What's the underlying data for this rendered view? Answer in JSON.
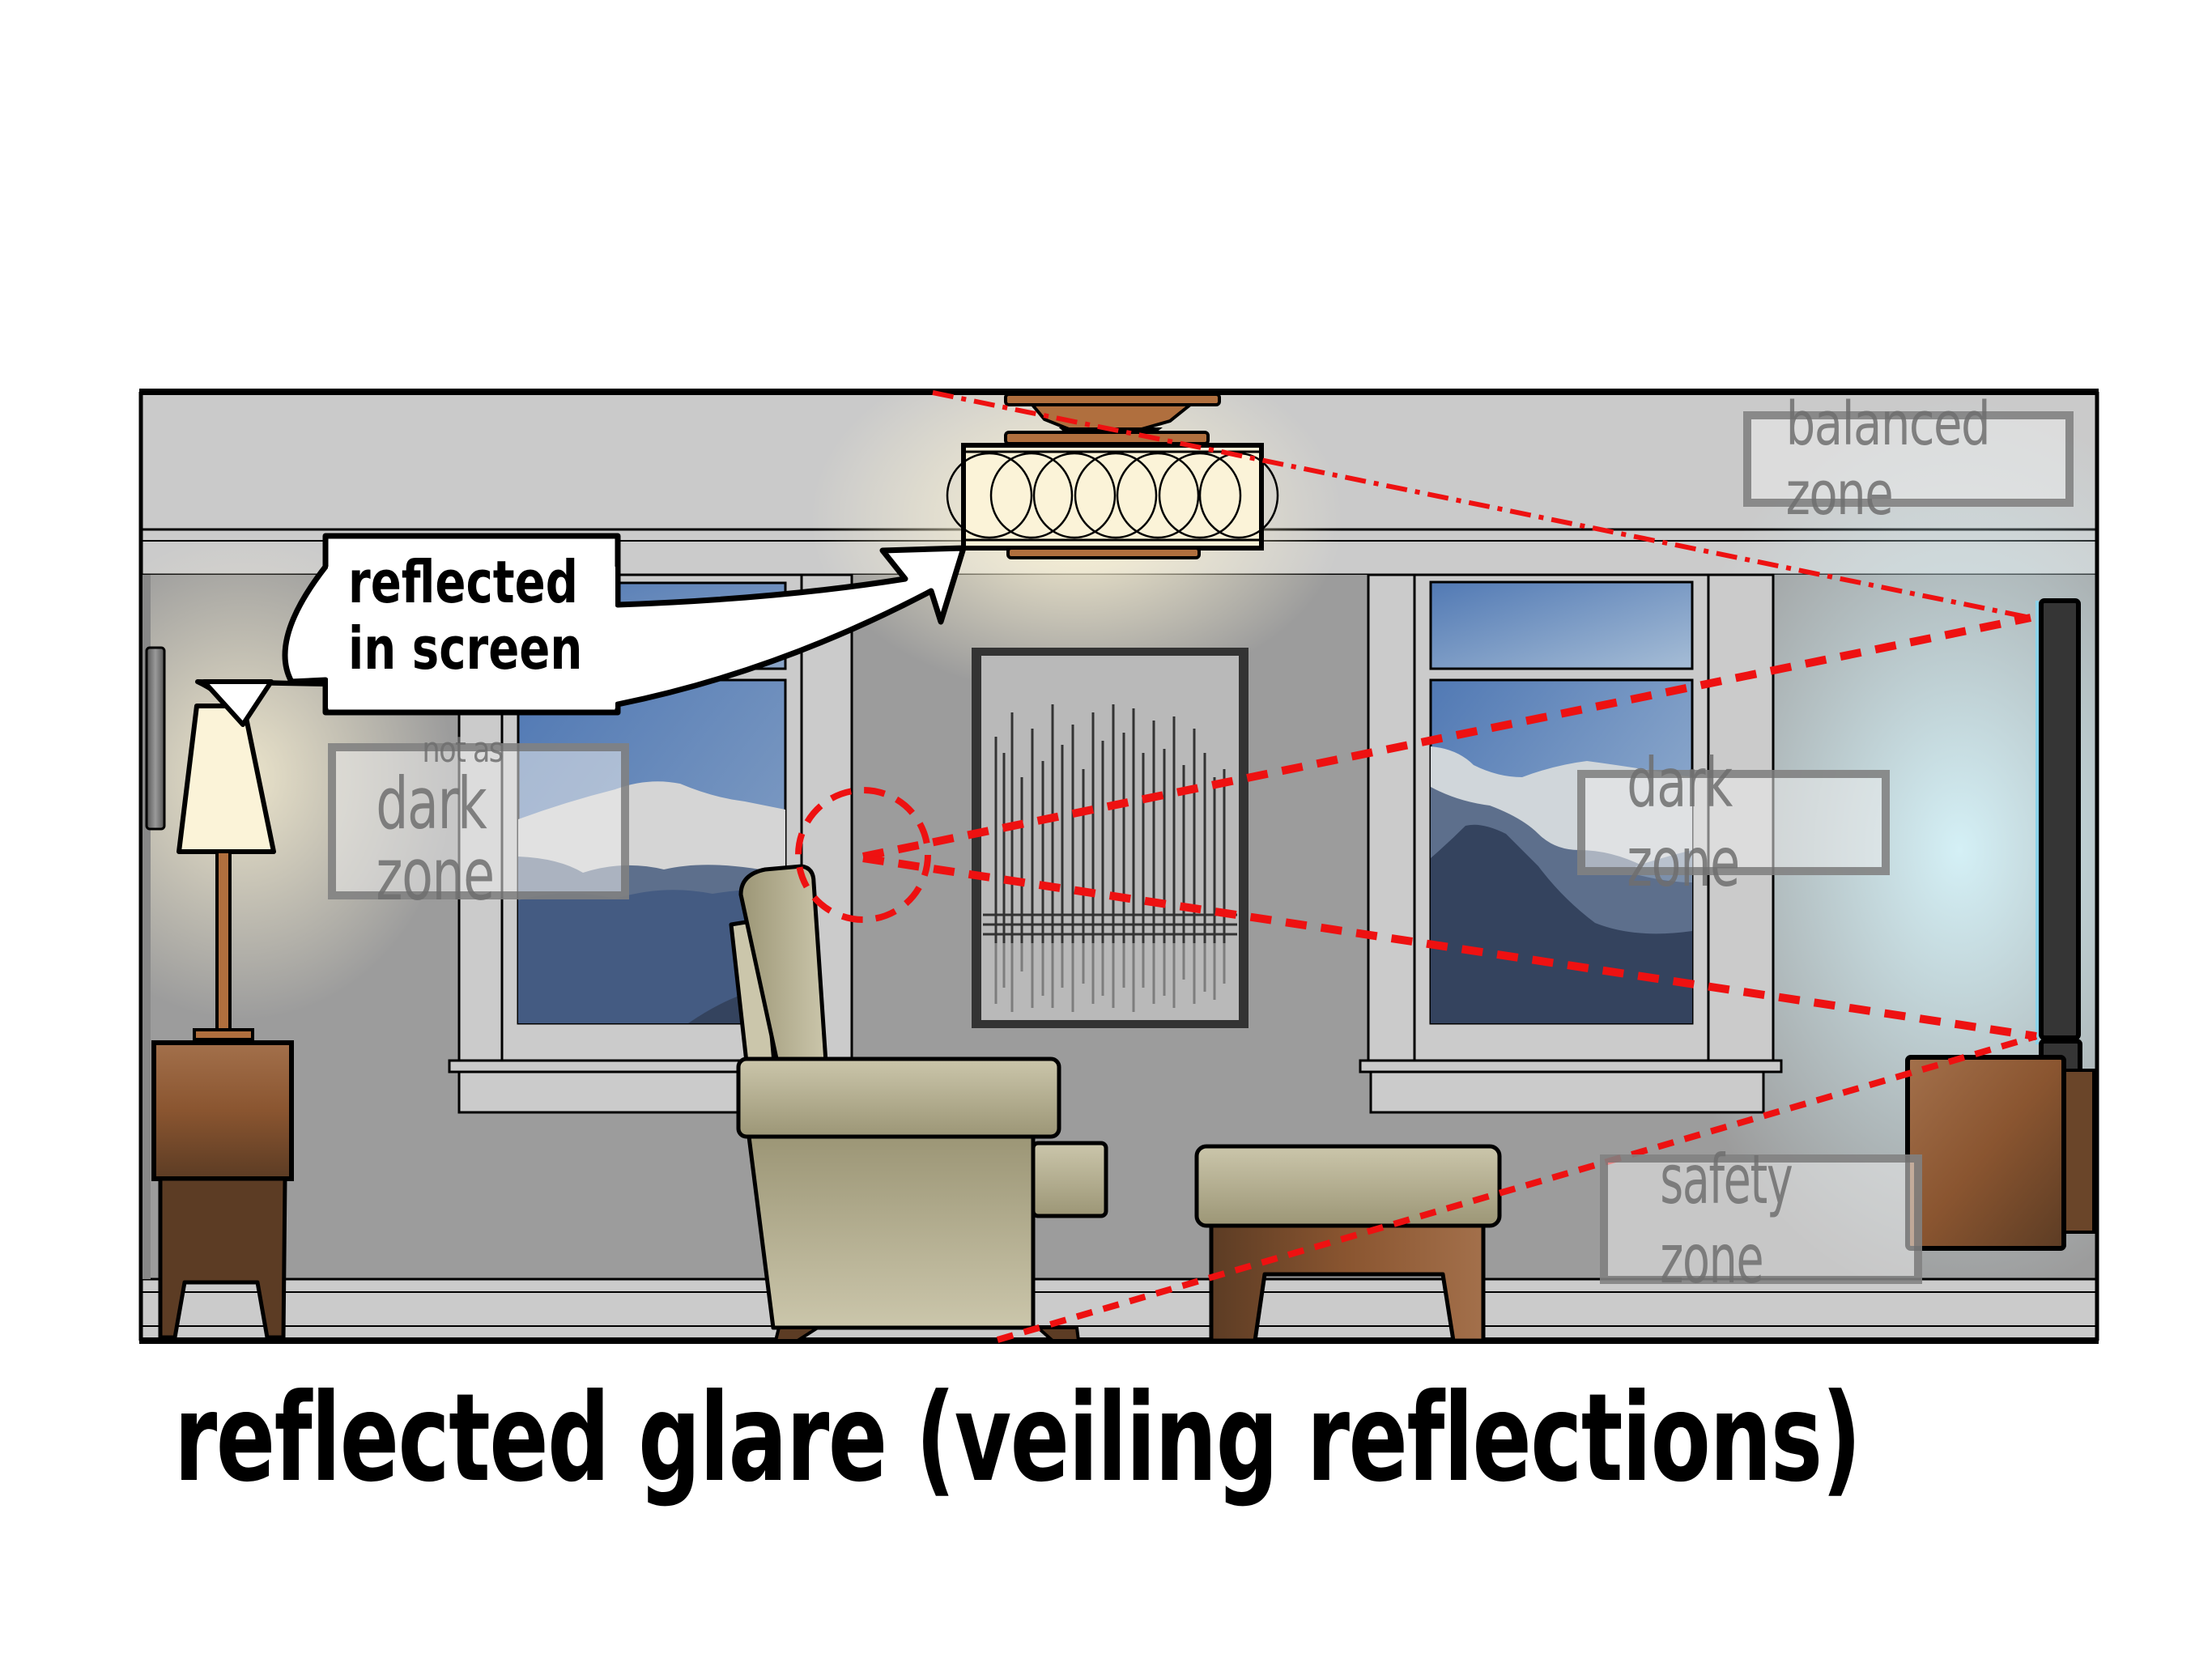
{
  "figure": {
    "title": "reflected glare (veiling reflections)",
    "callout": {
      "line1": "reflected",
      "line2": "in screen",
      "arrow_from": "ceiling-light",
      "arrow_to": "table-lamp"
    },
    "zones": {
      "balanced": "balanced zone",
      "not_as_dark_small": "not as",
      "not_as_dark_main": "dark zone",
      "dark": "dark zone",
      "safety": "safety zone"
    },
    "objects": [
      "ceiling light",
      "table lamp",
      "side table",
      "armchair",
      "ottoman",
      "framed artwork",
      "left window",
      "right window",
      "wall-mounted TV screen",
      "TV cabinet",
      "door"
    ],
    "colors": {
      "sightline": "#ee1111",
      "wall": "#9c9c9c",
      "trim": "#cbcbcb",
      "sky": "#5a80b6",
      "wood": "#8a5530",
      "upholstery": "#b9b394",
      "lamp_shade": "#fbf3d8",
      "tv": "#353535",
      "zone_box": "#6e6e6e"
    }
  }
}
